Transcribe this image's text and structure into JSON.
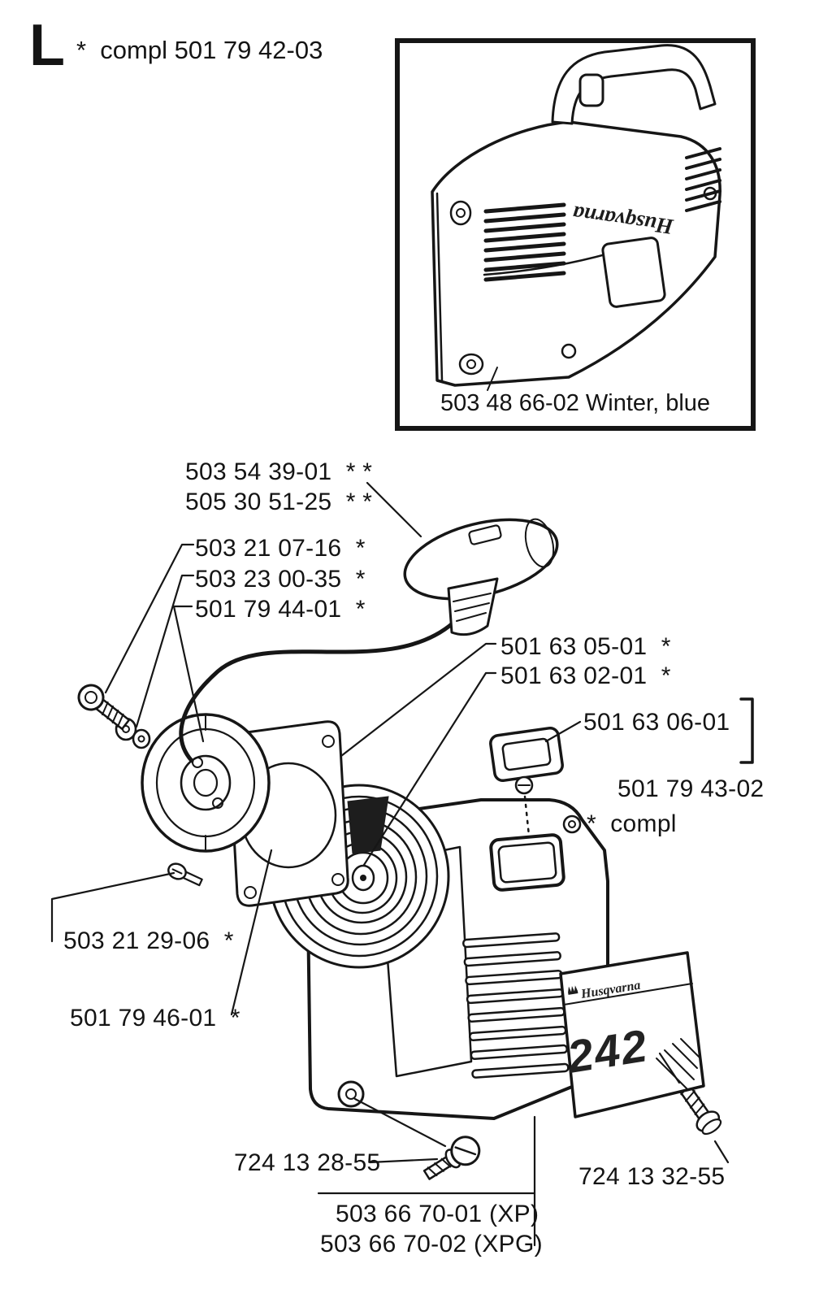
{
  "header": {
    "section_letter": "L",
    "compl_note": "*  compl 501 79 42-03"
  },
  "inset": {
    "caption": "503 48 66-02 Winter, blue",
    "brand_text": "Husqvarna"
  },
  "parts": {
    "handle_upper": "503 54 39-01  * *",
    "handle_lower": "505 30 51-25  * *",
    "screw_upper": "503 21 07-16  *",
    "washer": "503 23 00-35  *",
    "pulley": "501 79 44-01  *",
    "spring_upper": "501 63 05-01  *",
    "spring_lower": "501 63 02-01  *",
    "handle_insert": "501 63 06-01",
    "starter_housing": "501 79 43-02",
    "starter_housing_note": "*  compl",
    "screw_left": "503 21 29-06  *",
    "spring_cassette": "501 79 46-01  *",
    "screw_bottom": "724 13 28-55",
    "screw_cover": "724 13 32-55",
    "cover_xp": "503 66 70-01 (XP)",
    "cover_xpg": "503 66 70-02 (XPG)"
  },
  "cover_plate": {
    "model_number": "242",
    "brand_text": "Husqvarna"
  }
}
